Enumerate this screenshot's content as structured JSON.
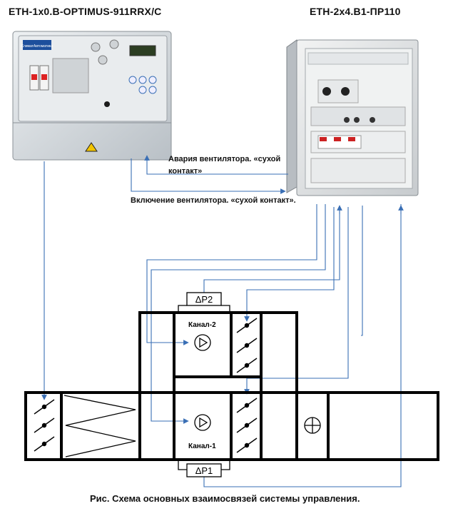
{
  "controller_left": {
    "title": "ETH-1x0.B-OPTIMUS-911RRX/C",
    "brand": "КлиматАвтоматика"
  },
  "controller_right": {
    "title": "ETH-2x4.B1-ПР110"
  },
  "signals": {
    "fan_alarm": "Авария вентилятора. «сухой контакт»",
    "fan_start": "Включение вентилятора. «сухой контакт»."
  },
  "unit": {
    "channel_2_label": "Канал-2",
    "channel_1_label": "Канал-1",
    "dp2_label": "ΔP2",
    "dp1_label": "ΔP1"
  },
  "caption": "Рис. Схема основных взаимосвязей системы управления.",
  "colors": {
    "wire": "#3a6fb5",
    "outline": "#000000",
    "cabinet_body": "#d9dde0",
    "panel_green": "#2e8b57",
    "warning_yellow": "#f2c400"
  }
}
